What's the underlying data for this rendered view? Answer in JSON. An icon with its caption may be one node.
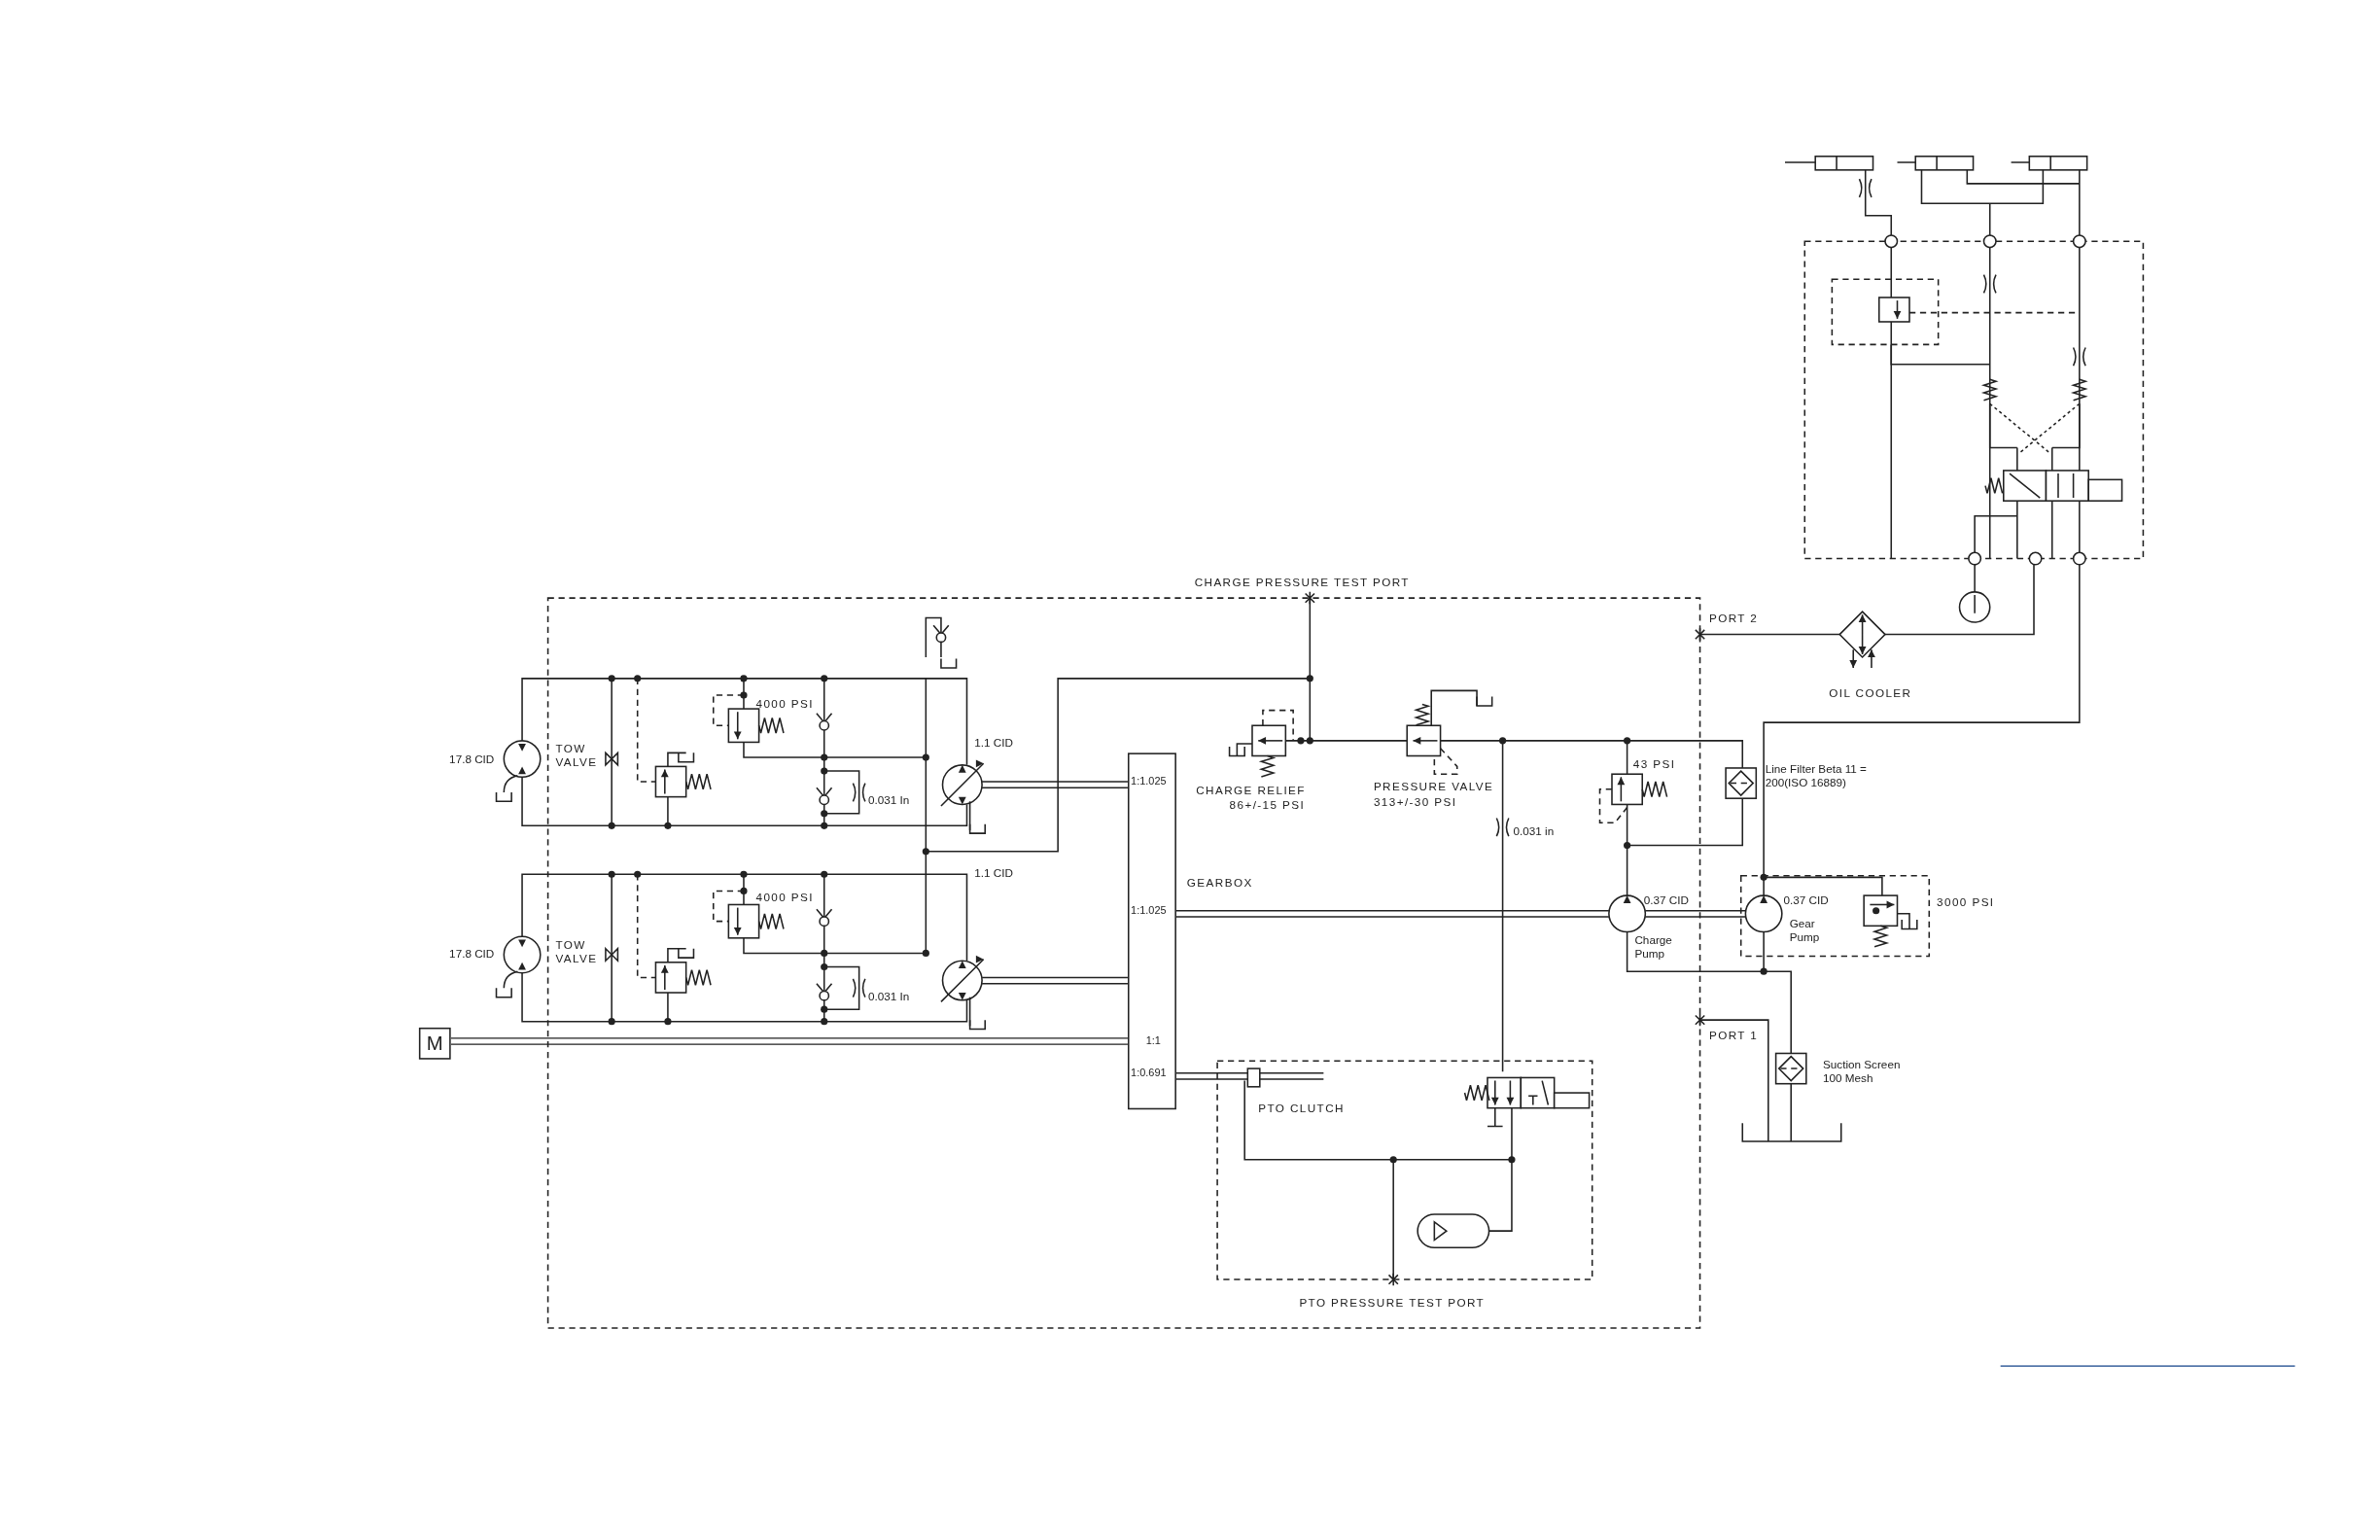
{
  "diagram": {
    "nodes": [
      {
        "text": [
          "M"
        ]
      },
      {
        "text": [
          "1:1.025",
          "1:1.025",
          "1:1",
          "1:0.691"
        ],
        "beside": [
          "GEARBOX"
        ]
      }
    ],
    "edges": [
      {
        "from": 0,
        "to": 1,
        "arrow": "none"
      }
    ],
    "labels": [
      "CHARGE PRESSURE TEST PORT",
      "PORT 2",
      "OIL COOLER",
      "4000 PSI",
      "17.8 CID",
      "TOW VALVE",
      "1.1 CID",
      "CHARGE RELIEF",
      "86+/-15 PSI",
      "PRESSURE VALVE",
      "313+/-30 PSI",
      "43 PSI",
      "Line Filter Beta 11 = 200(ISO 16889)",
      "0.031 In",
      "0.031 in",
      "4000 PSI",
      "1.1 CID",
      "0.37 CID",
      "0.37 CID",
      "Gear Pump",
      "3000 PSI",
      "Charge Pump",
      "17.8 CID",
      "TOW VALVE",
      "0.031 In",
      "PORT 1",
      "Suction Screen 100 Mesh",
      "PTO CLUTCH",
      "PTO PRESSURE TEST PORT"
    ]
  }
}
